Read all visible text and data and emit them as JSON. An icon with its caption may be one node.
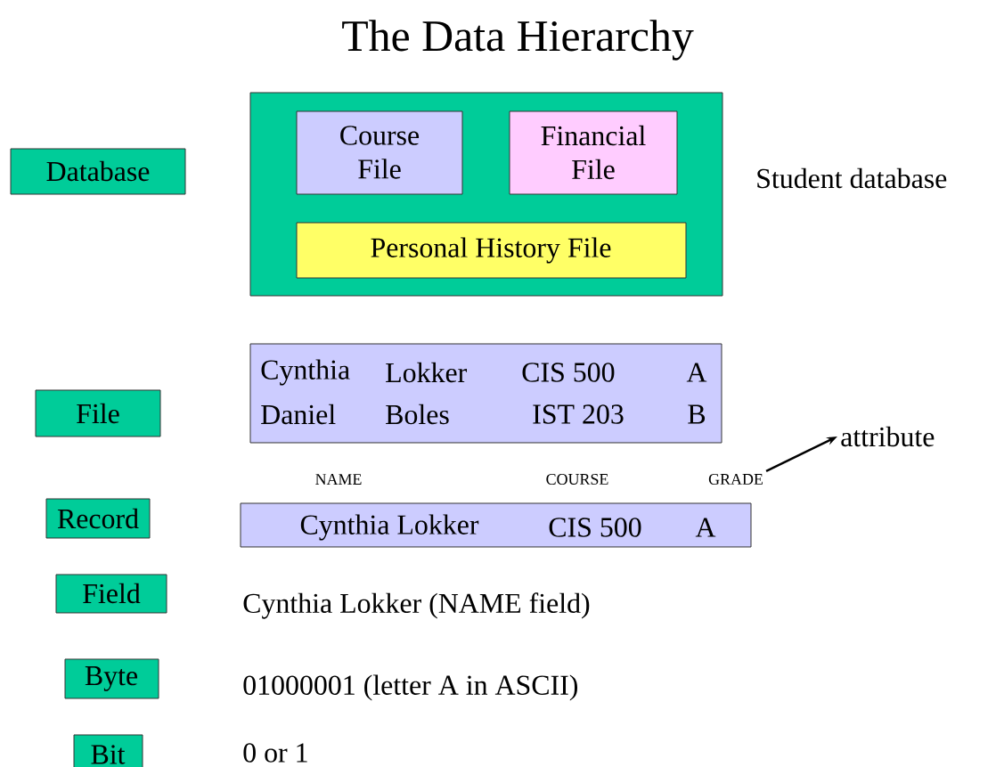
{
  "diagram": {
    "title": "The Data Hierarchy",
    "nodes": [
      {
        "text": [
          "Database"
        ]
      },
      {
        "text": [],
        "shape": "box"
      },
      {
        "text": [
          "Course File"
        ],
        "in": 1
      },
      {
        "text": [
          "Financial File"
        ],
        "in": 1
      },
      {
        "text": [
          "Personal History File"
        ],
        "in": 1
      },
      {
        "text": [
          "File"
        ]
      },
      {
        "text": [
          "Cynthia",
          "Lokker",
          "CIS 500",
          "A",
          "Daniel",
          "Boles",
          "IST 203",
          "B"
        ]
      },
      {
        "text": [
          "Record"
        ]
      },
      {
        "text": [
          "Cynthia Lokker",
          "CIS 500",
          "A"
        ]
      },
      {
        "text": [
          "Field"
        ]
      },
      {
        "text": [
          "Byte"
        ]
      },
      {
        "text": [
          "Bit"
        ]
      },
      {
        "text": [
          "GRADE"
        ]
      },
      {
        "text": [
          "attribute"
        ]
      }
    ],
    "edges": [
      {
        "from": 12,
        "to": 13,
        "arrow": "to"
      }
    ],
    "labels": [
      "Student database",
      "NAME",
      "COURSE",
      "Cynthia Lokker (NAME  field)",
      "01000001 (letter A in ASCII)",
      "0 or 1"
    ]
  }
}
